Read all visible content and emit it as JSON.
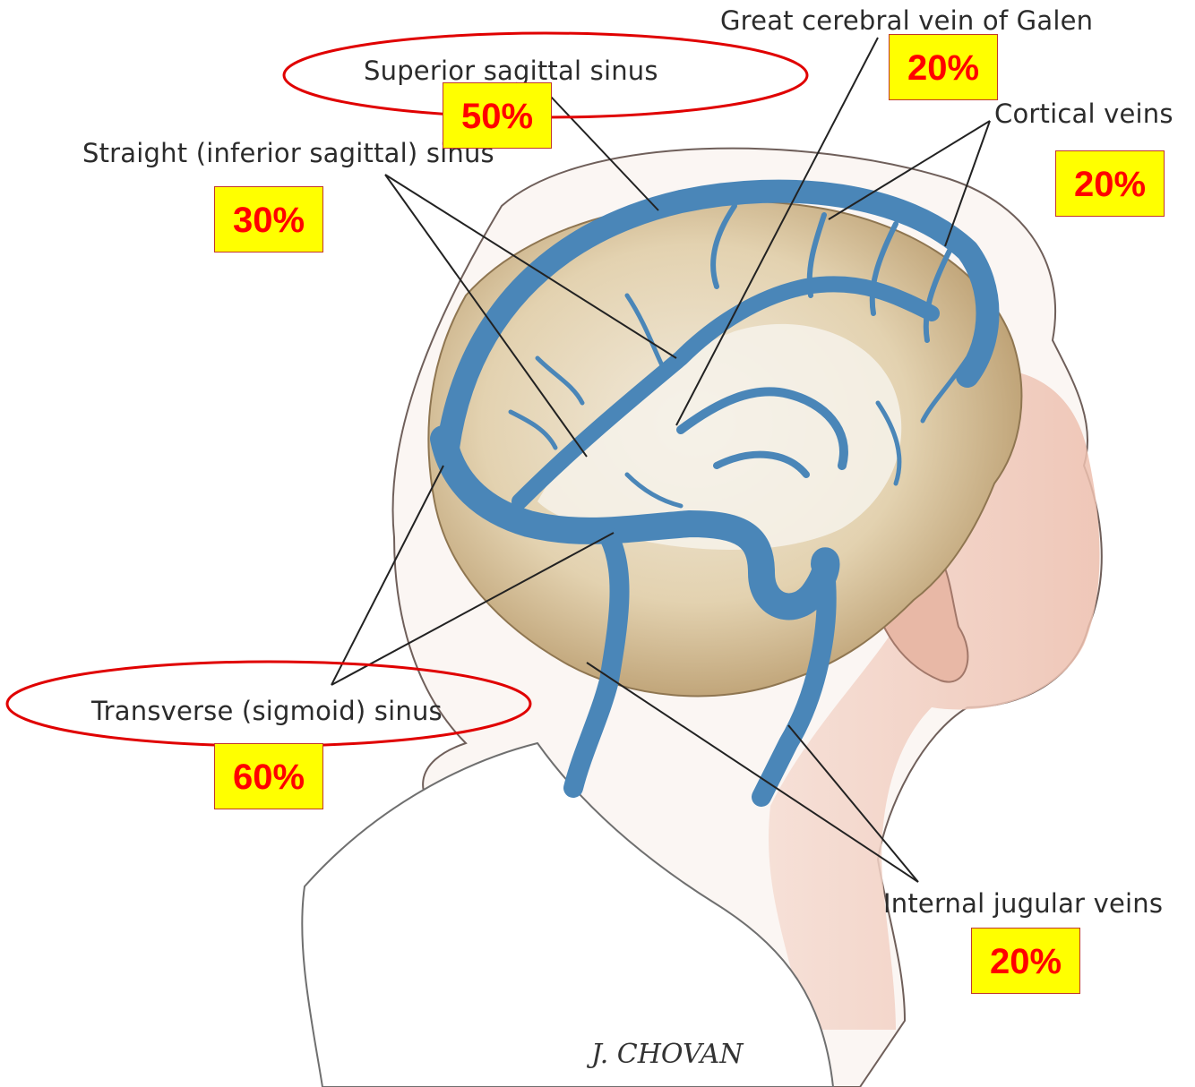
{
  "labels": {
    "great_cerebral_vein": "Great cerebral vein of Galen",
    "superior_sagittal_sinus": "Superior sagittal sinus",
    "cortical_veins": "Cortical veins",
    "straight_sinus": "Straight (inferior sagittal) sinus",
    "transverse_sinus": "Transverse (sigmoid) sinus",
    "internal_jugular_veins": "Internal jugular veins"
  },
  "percentages": {
    "great_cerebral_vein": "20%",
    "superior_sagittal_sinus": "50%",
    "cortical_veins": "20%",
    "straight_sinus": "30%",
    "transverse_sinus": "60%",
    "internal_jugular_veins": "20%"
  },
  "signature": "J. CHOVAN",
  "colors": {
    "vein_blue": "#4a86b8",
    "badge_fill": "#ffff00",
    "badge_text": "#ff0000",
    "highlight_ellipse": "#e00000",
    "brain_tan": "#d9c7a3"
  }
}
